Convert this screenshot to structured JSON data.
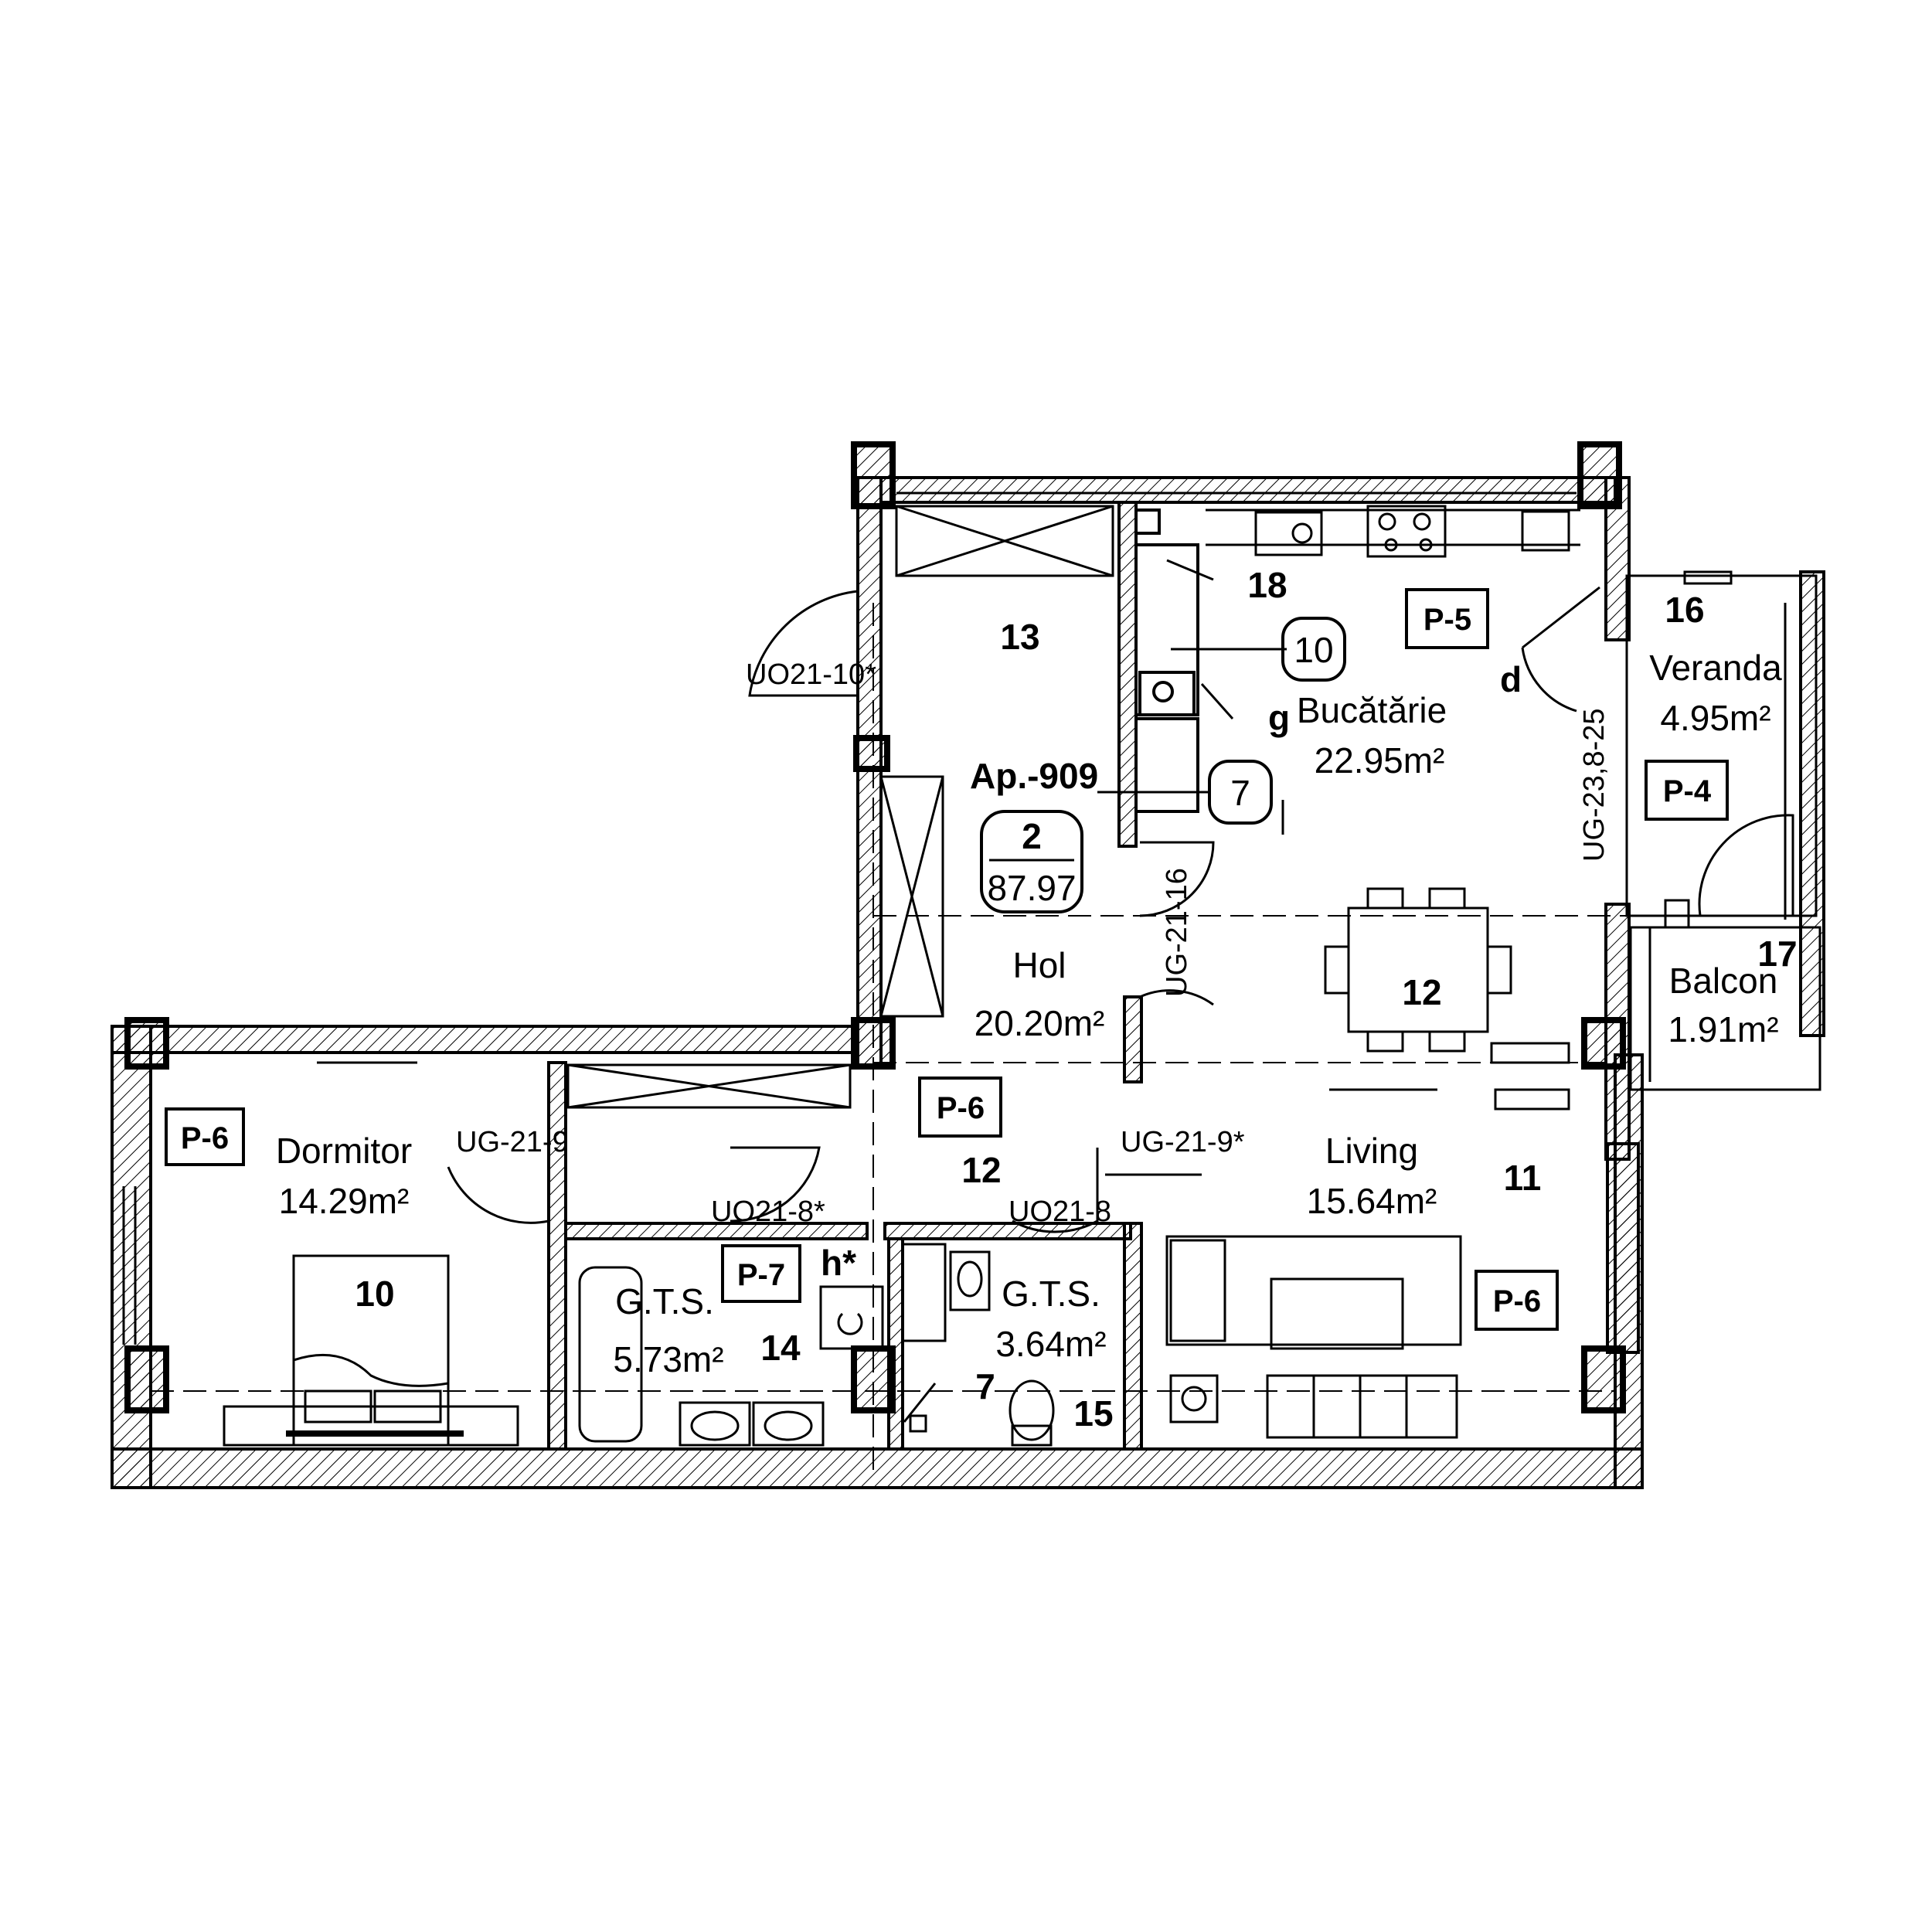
{
  "apartment": {
    "name": "Ap.-909",
    "rooms": "2",
    "area": "87.97"
  },
  "rooms": {
    "bucatarie": {
      "name": "Bucătărie",
      "area": "22.95m²"
    },
    "veranda": {
      "name": "Veranda",
      "area": "4.95m²"
    },
    "balcon": {
      "name": "Balcon",
      "area": "1.91m²"
    },
    "hol": {
      "name": "Hol",
      "area": "20.20m²"
    },
    "dormitor": {
      "name": "Dormitor",
      "area": "14.29m²"
    },
    "living": {
      "name": "Living",
      "area": "15.64m²"
    },
    "gts1": {
      "name": "G.T.S.",
      "area": "5.73m²"
    },
    "gts2": {
      "name": "G.T.S.",
      "area": "3.64m²"
    }
  },
  "panels": {
    "p5": "P-5",
    "p4": "P-4",
    "p6a": "P-6",
    "p6b": "P-6",
    "p6c": "P-6",
    "p7": "P-7"
  },
  "door_codes": {
    "uo21_10": "UO21-10*",
    "ug21_16": "UG-21-16",
    "ug23": "UG-23,8-25",
    "ug21_9": "UG-21-9",
    "ug21_9s": "UG-21-9*",
    "uo21_8s": "UO21-8*",
    "uo21_8": "UO21-8"
  },
  "markers": {
    "m13": "13",
    "m18": "18",
    "m16": "16",
    "m17": "17",
    "m12a": "12",
    "m12b": "12",
    "m11": "11",
    "m10": "10",
    "m14": "14",
    "m15": "15",
    "m7": "7",
    "d": "d",
    "g": "g",
    "h": "h*",
    "c10": "10",
    "c7": "7"
  }
}
